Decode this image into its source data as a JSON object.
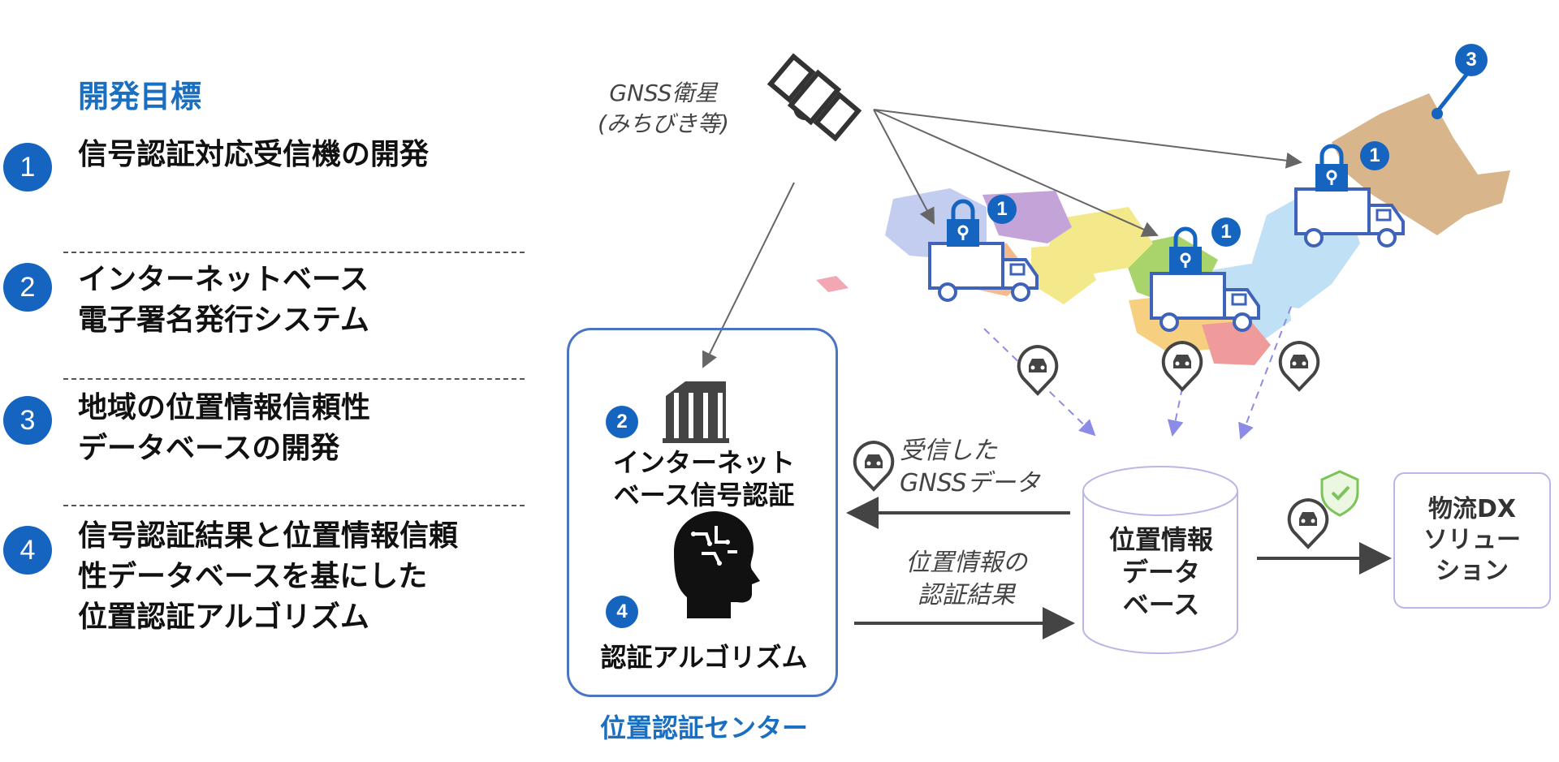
{
  "goals": {
    "title": "開発目標",
    "items": [
      {
        "num": "1",
        "lines": [
          "信号認証対応受信機の開発"
        ]
      },
      {
        "num": "2",
        "lines": [
          "インターネットベース",
          "電子署名発行システム"
        ]
      },
      {
        "num": "3",
        "lines": [
          "地域の位置情報信頼性",
          "データベースの開発"
        ]
      },
      {
        "num": "4",
        "lines": [
          "信号認証結果と位置情報信頼",
          "性データベースを基にした",
          "位置認証アルゴリズム"
        ]
      }
    ]
  },
  "satellite": {
    "label_line1": "GNSS衛星",
    "label_line2": "(みちびき等)"
  },
  "center": {
    "badge2": "2",
    "service1_line1": "インターネット",
    "service1_line2": "ベース信号認証",
    "badge4": "4",
    "service2": "認証アルゴリズム",
    "caption": "位置認証センター"
  },
  "flows": {
    "received_line1": "受信した",
    "received_line2": "GNSSデータ",
    "result_line1": "位置情報の",
    "result_line2": "認証結果"
  },
  "database": {
    "line1": "位置情報",
    "line2": "データ",
    "line3": "ベース"
  },
  "dx": {
    "line1": "物流DX",
    "line2": "ソリュー",
    "line3": "ション"
  },
  "map": {
    "badge3": "3",
    "truck_badges": [
      "1",
      "1",
      "1"
    ]
  },
  "colors": {
    "accent": "#1565c0",
    "title": "#1a6fc0",
    "box_border": "#4a74c4",
    "arrow": "#444444",
    "dashed_arrow": "#8c8ce6"
  },
  "icons": [
    "satellite-icon",
    "building-icon",
    "brain-icon",
    "lock-icon",
    "truck-icon",
    "car-pin-icon",
    "shield-check-icon"
  ]
}
